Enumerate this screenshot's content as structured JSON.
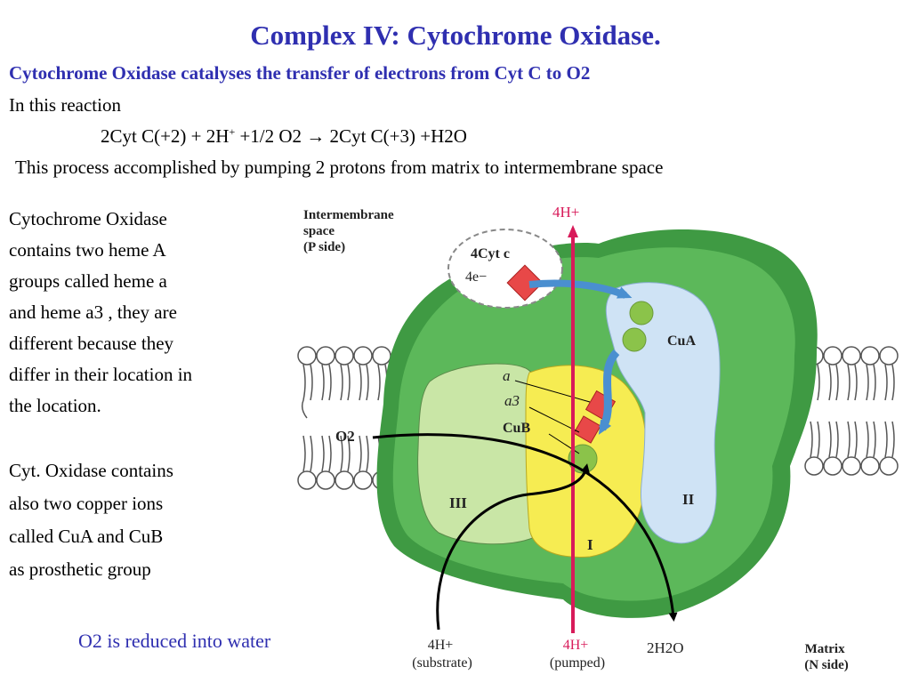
{
  "slide": {
    "title": "Complex IV: Cytochrome Oxidase.",
    "subtitle": "Cytochrome Oxidase catalyses the transfer of electrons from Cyt C to O2",
    "intro": "In this reaction",
    "equation": {
      "left": "2Cyt C(+2) + 2H",
      "sup": "+",
      "right": " +1/2 O2 → 2Cyt C(+3) +H2O"
    },
    "process": "This process accomplished by pumping 2 protons from matrix to intermembrane space",
    "paragraph1": [
      "Cytochrome Oxidase",
      "contains two heme A",
      "groups called heme a",
      "and heme a3 , they are",
      "different because they",
      "differ in their location in",
      "the location."
    ],
    "paragraph2": [
      "Cyt. Oxidase contains",
      "also two copper ions",
      "called CuA and CuB",
      "as prosthetic group"
    ],
    "note": "O2 is reduced into water"
  },
  "diagram": {
    "intermembrane": [
      "Intermembrane",
      "space",
      "(P side)"
    ],
    "top_protons": "4H+",
    "cyt_c": "4Cyt c",
    "electrons": "4e−",
    "cua": "CuA",
    "heme_a": "a",
    "heme_a3": "a3",
    "cub": "CuB",
    "o2": "O2",
    "subunit_1": "I",
    "subunit_2": "II",
    "subunit_3": "III",
    "bottom_substrate": [
      "4H+",
      "(substrate)"
    ],
    "bottom_pumped": [
      "4H+",
      "(pumped)"
    ],
    "water": "2H2O",
    "matrix": [
      "Matrix",
      "(N side)"
    ],
    "colors": {
      "outer_green": "#5cb85a",
      "dark_green": "#3f9a43",
      "light_green": "#c9e6a6",
      "yellow": "#f6ec52",
      "blue": "#cfe3f5",
      "arrow_red": "#d81b5a",
      "heme_red": "#e84848",
      "blue_arrow": "#4a8fd0"
    }
  }
}
